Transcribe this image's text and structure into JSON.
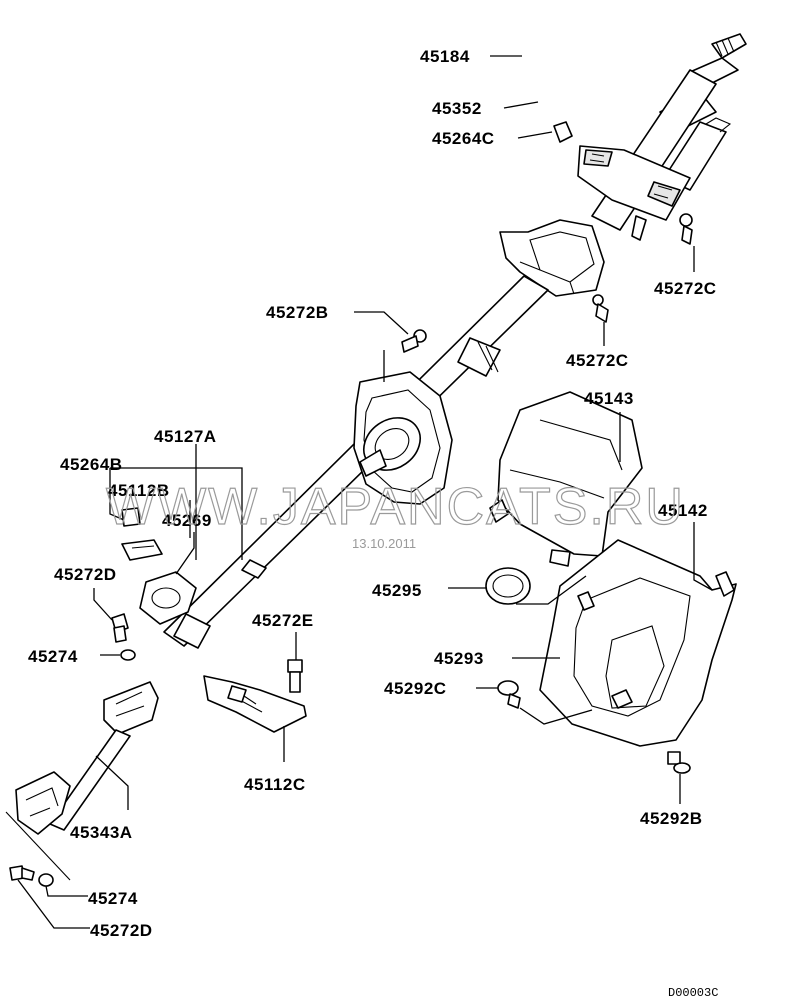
{
  "labels": {
    "p45184": "45184",
    "p45352": "45352",
    "p45264C": "45264C",
    "p45272C_top": "45272C",
    "p45272B": "45272B",
    "p45272C_mid": "45272C",
    "p45143": "45143",
    "p45127A": "45127A",
    "p45264B": "45264B",
    "p45112B": "45112B",
    "p45269": "45269",
    "p45142": "45142",
    "p45295": "45295",
    "p45272D_top": "45272D",
    "p45272E": "45272E",
    "p45274_top": "45274",
    "p45293": "45293",
    "p45292C": "45292C",
    "p45112C": "45112C",
    "p45343A": "45343A",
    "p45292B": "45292B",
    "p45274_bottom": "45274",
    "p45272D_bottom": "45272D"
  },
  "watermark": "WWW.JAPANCATS.RU",
  "date": "13.10.2011",
  "doc_id": "D00003C"
}
